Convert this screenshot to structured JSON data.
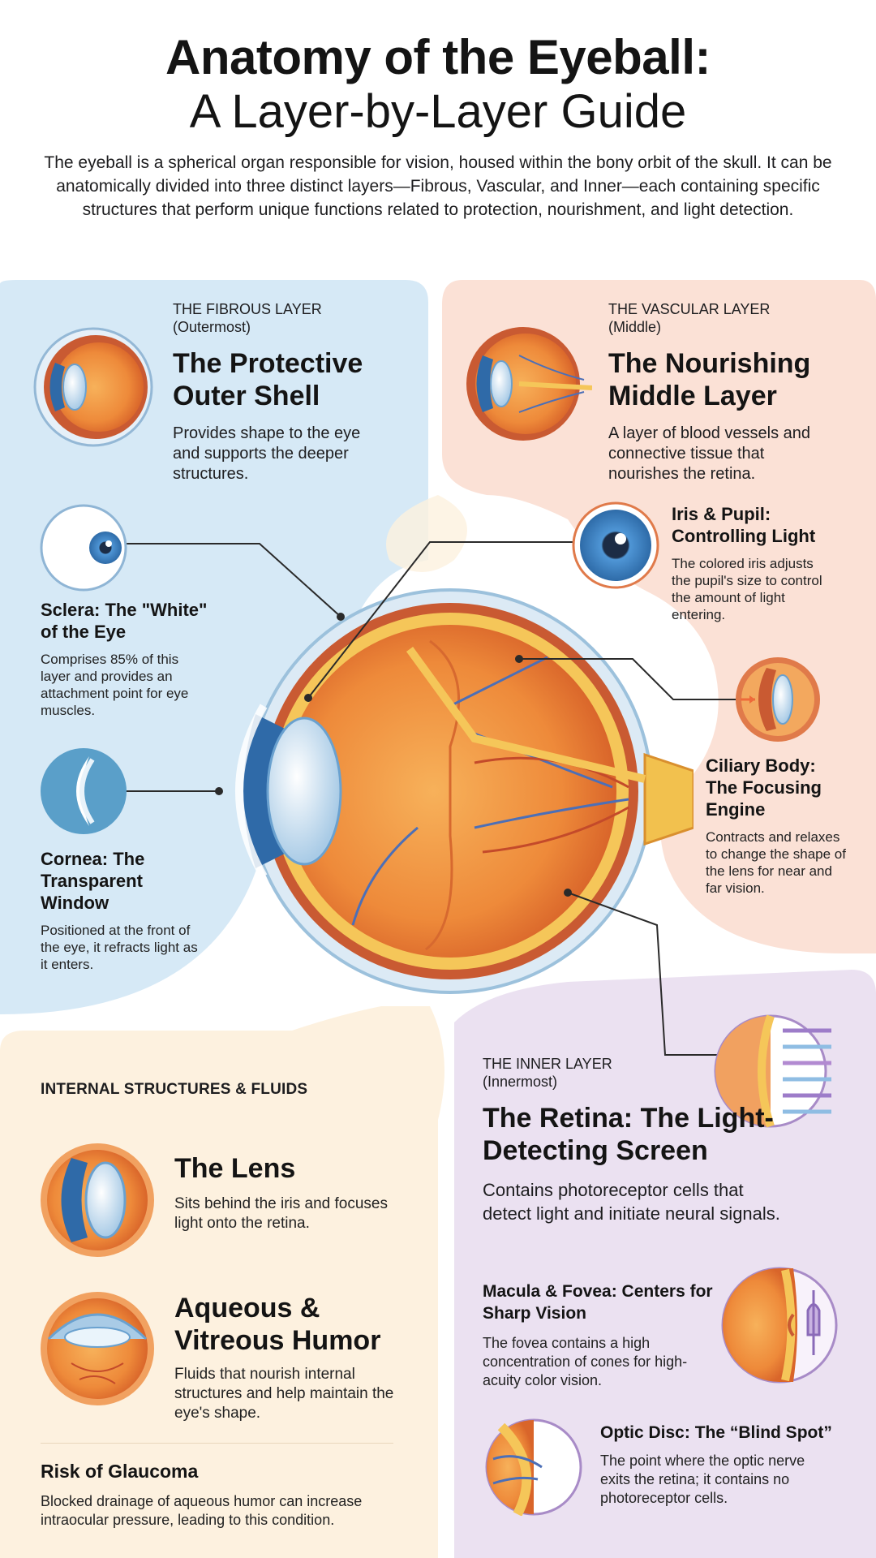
{
  "header": {
    "title_line1": "Anatomy of the Eyeball:",
    "title_line2": "A Layer-by-Layer Guide",
    "intro": "The eyeball is a spherical organ responsible for vision, housed within the bony orbit of the skull. It can be anatomically divided into three distinct layers—Fibrous, Vascular, and Inner—each containing specific structures that perform unique functions related to protection, nourishment, and light detection."
  },
  "fibrous": {
    "tag": "THE FIBROUS LAYER",
    "tag_sub": "(Outermost)",
    "title": "The Protective Outer Shell",
    "desc": "Provides shape to the eye and supports the deeper structures.",
    "sclera": {
      "title": "Sclera: The \"White\" of the Eye",
      "desc": "Comprises 85% of this layer and provides an attachment point for eye muscles."
    },
    "cornea": {
      "title": "Cornea: The Transparent Window",
      "desc": "Positioned at the front of the eye, it refracts light as it enters."
    }
  },
  "vascular": {
    "tag": "THE VASCULAR LAYER",
    "tag_sub": "(Middle)",
    "title": "The Nourishing Middle Layer",
    "desc": "A layer of blood vessels and connective tissue that nourishes the retina.",
    "iris": {
      "title": "Iris & Pupil: Controlling Light",
      "desc": "The colored iris adjusts the pupil's size to control the amount of light entering."
    },
    "ciliary": {
      "title": "Ciliary Body: The Focusing Engine",
      "desc": "Contracts and relaxes to change the shape of the lens for near and far vision."
    }
  },
  "internal": {
    "heading": "INTERNAL STRUCTURES & FLUIDS",
    "lens": {
      "title": "The Lens",
      "desc": "Sits behind the iris and focuses light onto the retina."
    },
    "humor": {
      "title": "Aqueous & Vitreous Humor",
      "desc": "Fluids that nourish internal structures and help maintain the eye's shape."
    },
    "glaucoma": {
      "title": "Risk of Glaucoma",
      "desc": "Blocked drainage of aqueous humor can increase intraocular pressure, leading to this condition."
    }
  },
  "inner": {
    "tag": "THE INNER LAYER",
    "tag_sub": "(Innermost)",
    "title": "The Retina: The Light-Detecting Screen",
    "desc": "Contains photoreceptor cells that detect light and initiate neural signals.",
    "macula": {
      "title": "Macula & Fovea: Centers for Sharp Vision",
      "desc": "The fovea contains a high concentration of cones for high-acuity color vision."
    },
    "optic": {
      "title": "Optic Disc: The “Blind Spot”",
      "desc": "The point where the optic nerve exits the retina; it contains no photoreceptor cells."
    }
  },
  "colors": {
    "fibrous_bg": "#d6e9f6",
    "vascular_bg": "#fbe1d6",
    "internal_bg": "#fdf1df",
    "inner_bg": "#ebe1f1",
    "iris_blue": "#3a7fc1",
    "eye_orange": "#ef8a3c"
  }
}
